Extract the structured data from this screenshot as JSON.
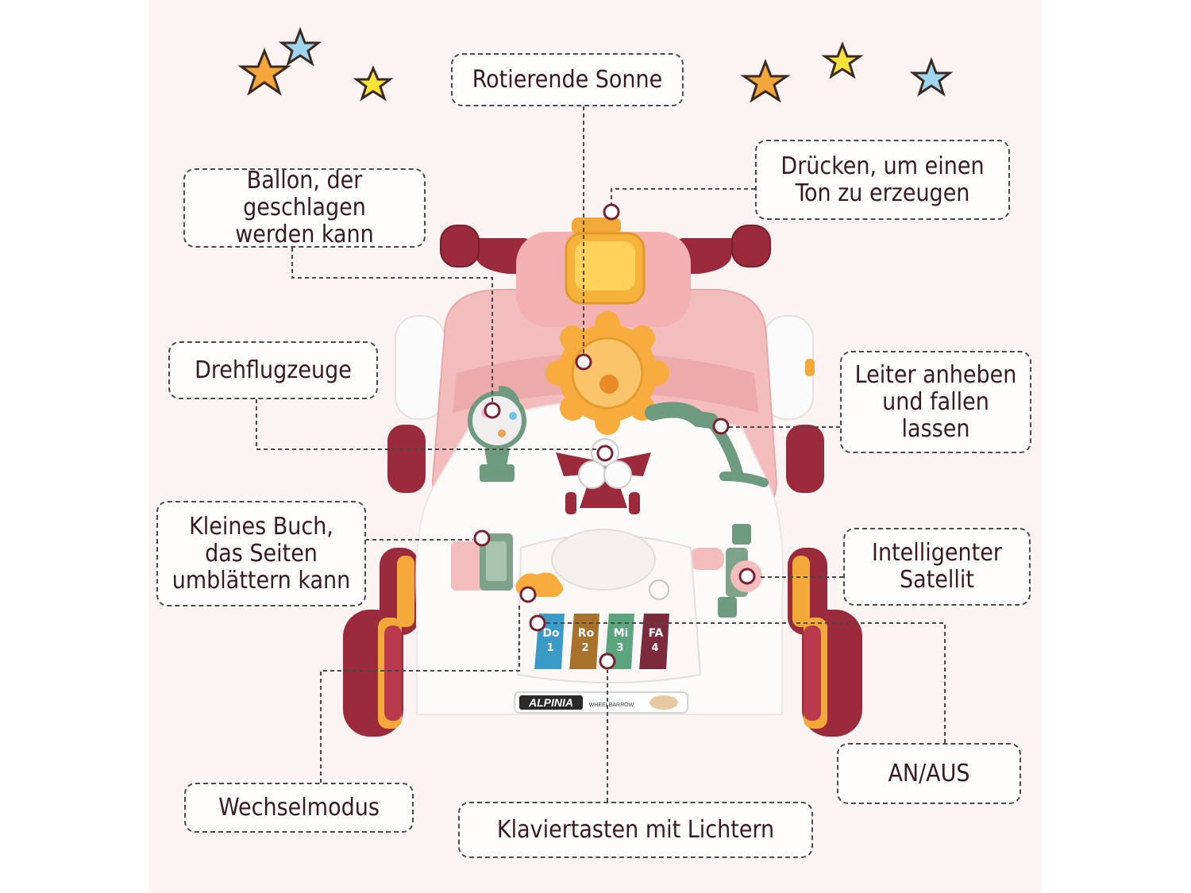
{
  "labels": {
    "rotating_sun": "Rotierende Sonne",
    "press_sound": "Drücken, um einen\nTon zu erzeugen",
    "balloon": "Ballon, der geschlagen\nwerden kann",
    "planes": "Drehflugzeuge",
    "ladder": "Leiter anheben\nund fallen lassen",
    "book": "Kleines Buch,\ndas Seiten\numblättern kann",
    "satellite": "Intelligenter\nSatellit",
    "on_off": "AN/AUS",
    "mode": "Wechselmodus",
    "piano": "Klaviertasten mit Lichtern"
  },
  "toy": {
    "brand": "ALPINIA",
    "sub_brand": "WHEELBARROW",
    "piano_keys": [
      {
        "note": "Do",
        "num": "1",
        "color": "#3a9ac8"
      },
      {
        "note": "Ro",
        "num": "2",
        "color": "#a9722c"
      },
      {
        "note": "Mi",
        "num": "3",
        "color": "#5aa57e"
      },
      {
        "note": "FA",
        "num": "4",
        "color": "#7d2a3c"
      }
    ]
  },
  "colors": {
    "pink": "#f2b7b7",
    "maroon": "#9b2a3c",
    "orange": "#f7b23b",
    "green": "#6e9a80",
    "background": "#fcf4f2"
  }
}
